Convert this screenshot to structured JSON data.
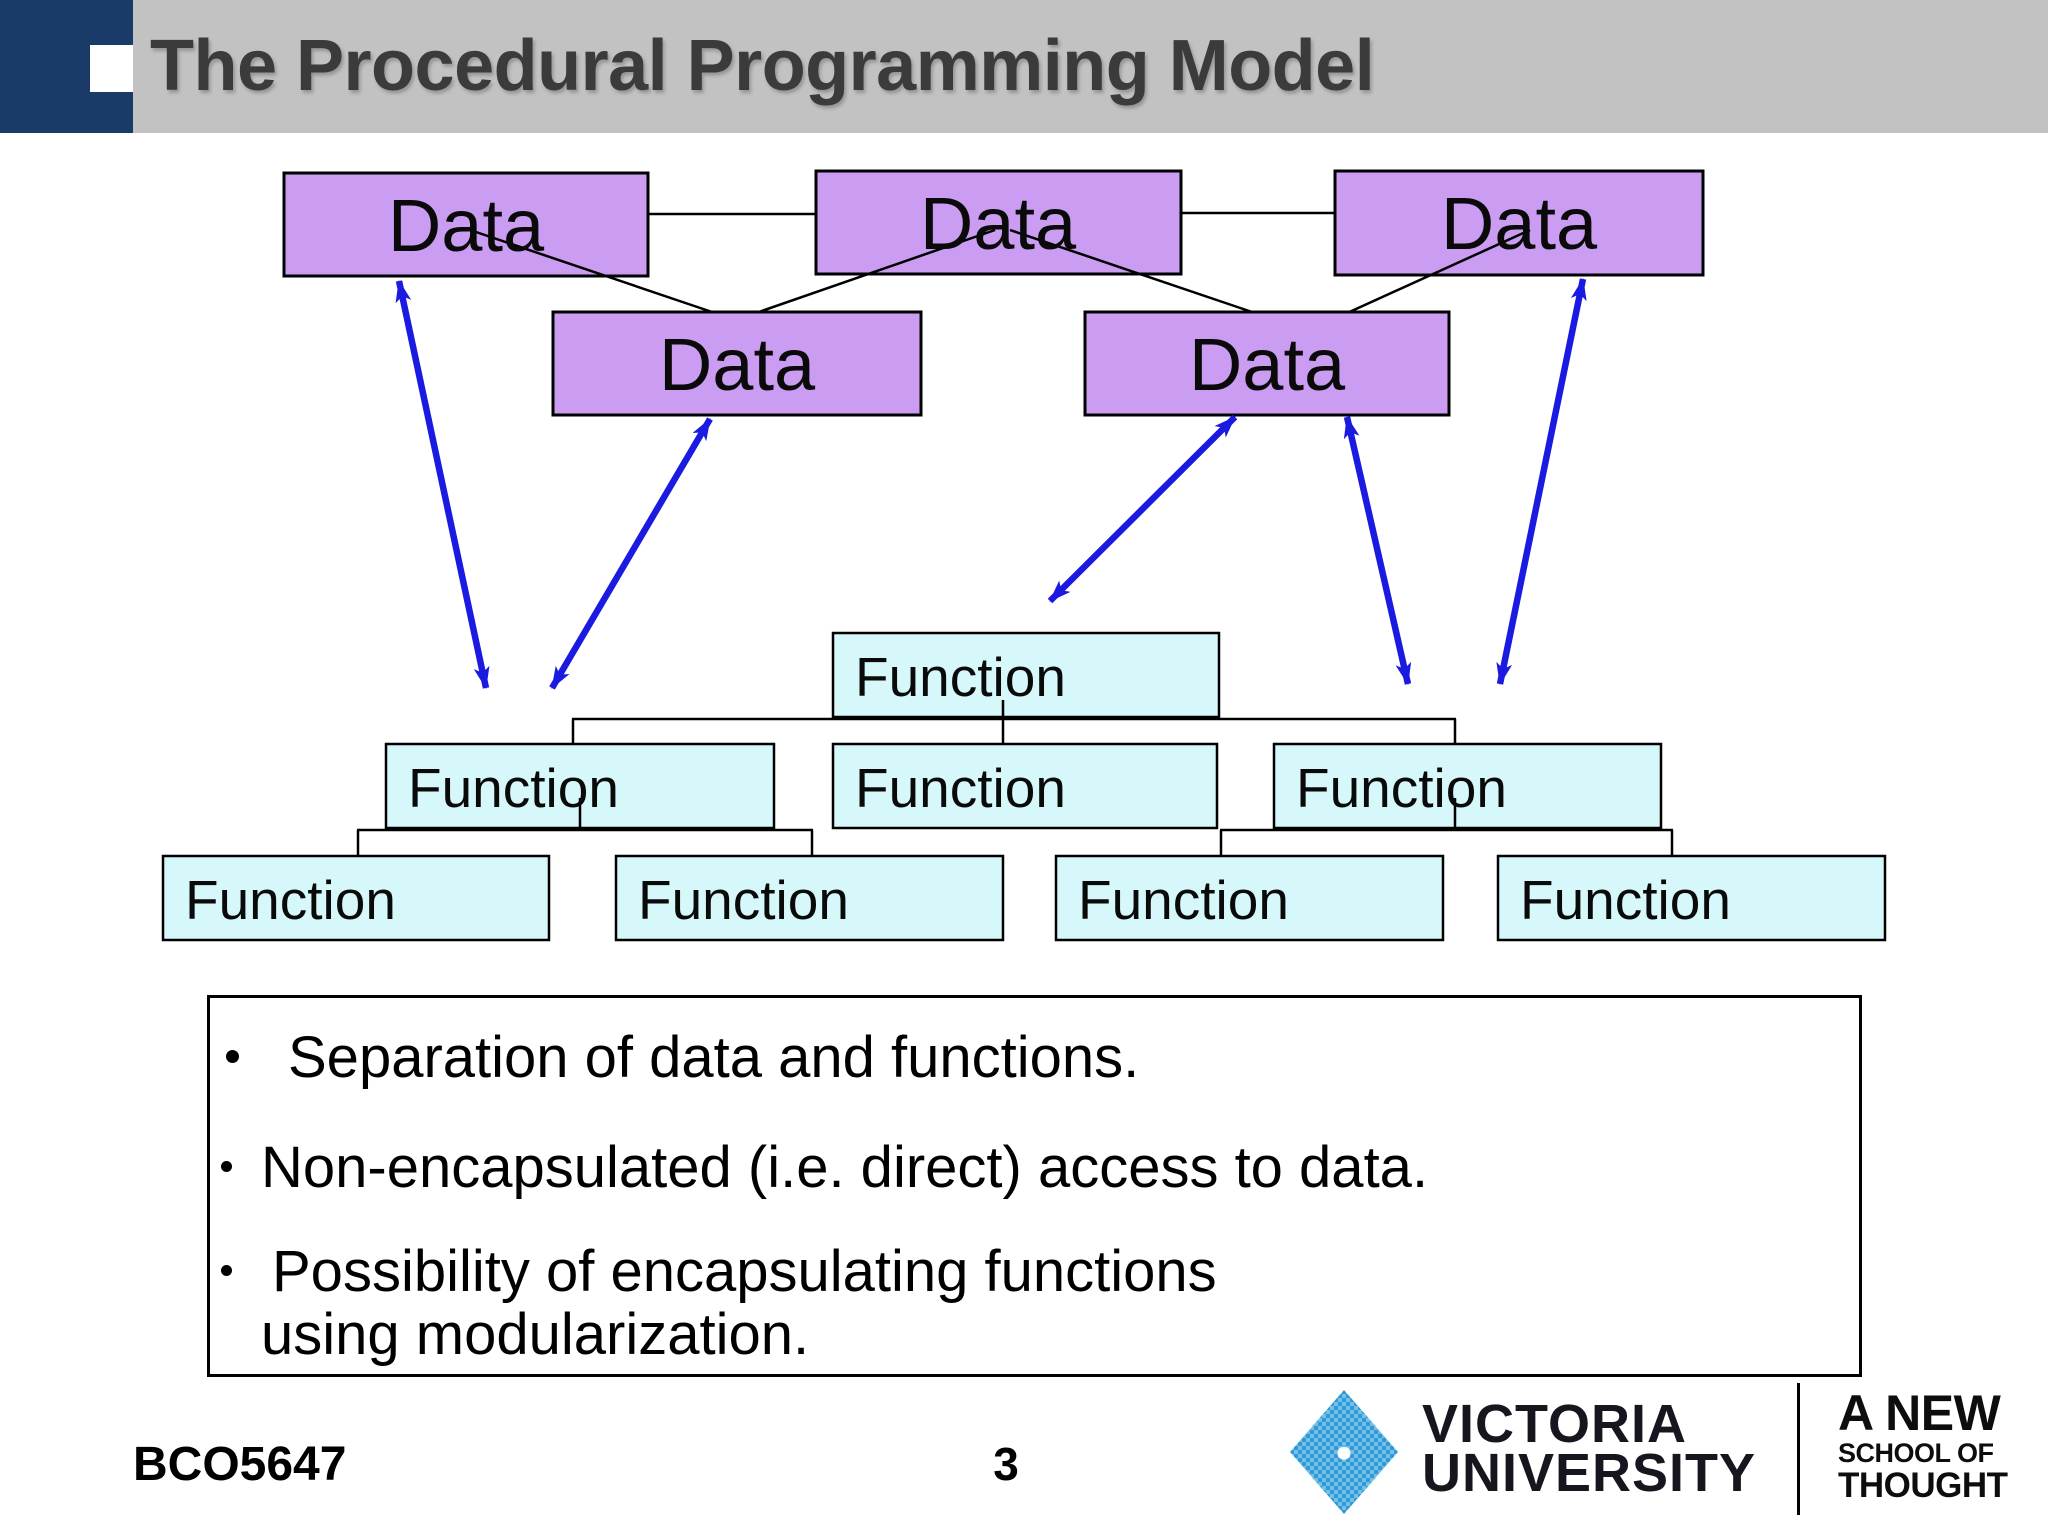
{
  "slide": {
    "title": "The Procedural Programming Model"
  },
  "title_bar": {
    "bar_color": "#c2c2c2",
    "accent_navy": "#1a3a68",
    "text_color": "#3b3b3b"
  },
  "diagram": {
    "data_label": "Data",
    "function_label": "Function",
    "data_box_count": 5,
    "function_box_count": 8,
    "colors": {
      "data_fill": "#cb9df2",
      "function_fill": "#d6f8fa",
      "box_border": "#000000",
      "connector_line": "#000000",
      "arrow_blue": "#1a1ae0"
    }
  },
  "notes_box": {
    "bullets": [
      {
        "text": "Separation of data and functions."
      },
      {
        "text": "Non-encapsulated (i.e. direct) access to data."
      },
      {
        "text": "Possibility of encapsulating functions",
        "text2": "using modularization."
      }
    ]
  },
  "footer": {
    "course_code": "BCO5647",
    "page_number": "3",
    "logo": {
      "diamond_color": "#2f9ad5",
      "line1": "VICTORIA",
      "line2": "UNIVERSITY"
    },
    "tagline": {
      "line1": "A NEW",
      "line2": "SCHOOL OF",
      "line3": "THOUGHT"
    }
  }
}
